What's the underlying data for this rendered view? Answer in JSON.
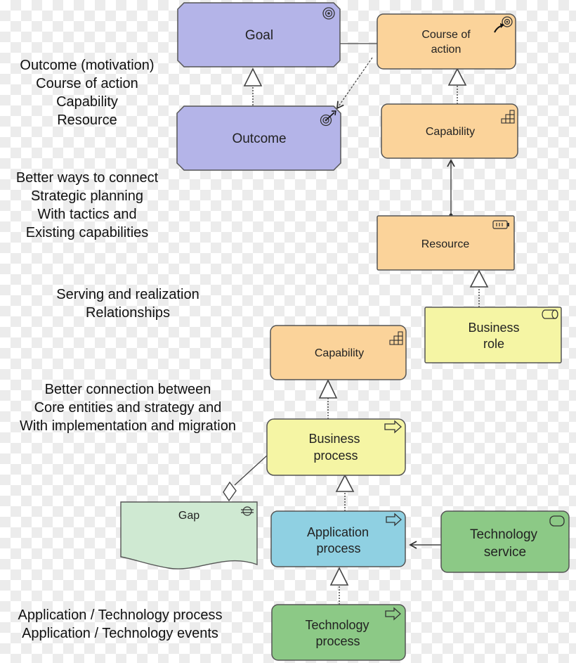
{
  "colors": {
    "motivation": "#b4b4e8",
    "strategy": "#fbd39a",
    "business": "#f5f5a4",
    "application": "#8fd0e2",
    "technology": "#8cc986",
    "gap": "#cfe9d2",
    "stroke": "#555555"
  },
  "nodes": {
    "goal": {
      "label": "Goal",
      "icon": "target-icon"
    },
    "course_of_action": {
      "label1": "Course of",
      "label2": "action",
      "icon": "course-of-action-icon"
    },
    "outcome": {
      "label": "Outcome",
      "icon": "outcome-target-icon"
    },
    "capability_top": {
      "label": "Capability",
      "icon": "capability-icon"
    },
    "resource": {
      "label": "Resource",
      "icon": "battery-icon"
    },
    "business_role": {
      "label1": "Business",
      "label2": "role",
      "icon": "role-cylinder-icon"
    },
    "capability_mid": {
      "label": "Capability",
      "icon": "capability-icon"
    },
    "business_process": {
      "label1": "Business",
      "label2": "process",
      "icon": "process-arrow-icon"
    },
    "gap": {
      "label": "Gap",
      "icon": "gap-icon"
    },
    "application_process": {
      "label1": "Application",
      "label2": "process",
      "icon": "process-arrow-icon"
    },
    "technology_service": {
      "label1": "Technology",
      "label2": "service",
      "icon": "service-icon"
    },
    "technology_process": {
      "label1": "Technology",
      "label2": "process",
      "icon": "process-arrow-icon"
    }
  },
  "notes": {
    "motivation": [
      "Outcome (motivation)",
      "Course of action",
      "Capability",
      "Resource"
    ],
    "strategic": [
      "Better ways to connect",
      "Strategic planning",
      "With tactics and",
      "Existing capabilities"
    ],
    "relationships": [
      "Serving and realization",
      "Relationships"
    ],
    "core": [
      "Better connection between",
      "Core entities and strategy and",
      "With implementation and migration"
    ],
    "app_tech": [
      "Application / Technology process",
      "Application / Technology events"
    ]
  }
}
